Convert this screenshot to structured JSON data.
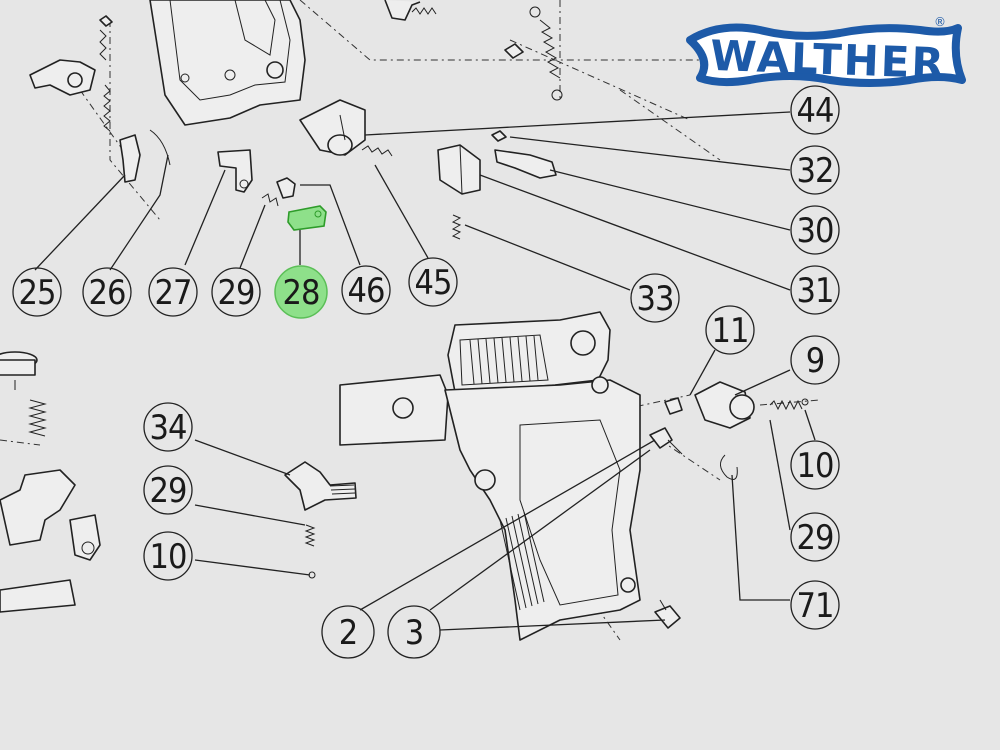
{
  "brand": {
    "name": "WALTHER",
    "registered_mark": "®",
    "color": "#1d5aa8"
  },
  "highlight_color": "#8ee08a",
  "callouts": [
    {
      "label": "44"
    },
    {
      "label": "32"
    },
    {
      "label": "30"
    },
    {
      "label": "31"
    },
    {
      "label": "33"
    },
    {
      "label": "25"
    },
    {
      "label": "26"
    },
    {
      "label": "27"
    },
    {
      "label": "29"
    },
    {
      "label": "28",
      "highlighted": true
    },
    {
      "label": "46"
    },
    {
      "label": "45"
    },
    {
      "label": "11"
    },
    {
      "label": "9"
    },
    {
      "label": "10"
    },
    {
      "label": "29"
    },
    {
      "label": "71"
    },
    {
      "label": "34"
    },
    {
      "label": "29"
    },
    {
      "label": "10"
    },
    {
      "label": "2"
    },
    {
      "label": "3"
    }
  ]
}
